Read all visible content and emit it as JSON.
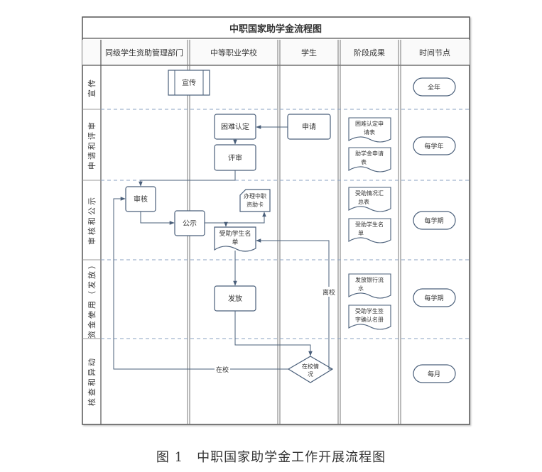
{
  "title": "中职国家助学金流程图",
  "caption": "图 1　中职国家助学金工作开展流程图",
  "columns": [
    "同级学生资助管理部门",
    "中等职业学校",
    "学生",
    "阶段成果",
    "时间节点"
  ],
  "rows": [
    "宣传",
    "申请和评审",
    "审核和公示",
    "资金使用（发放）",
    "核查和异动"
  ],
  "nodes": {
    "publicity": "宣传",
    "difficulty": "困难认定",
    "apply": "申请",
    "review": "评审",
    "audit": "审核",
    "publish": "公示",
    "card": [
      "办理中职",
      "资助卡"
    ],
    "recipients": [
      "受助学生名",
      "单"
    ],
    "distribute": "发放",
    "status": [
      "在校情",
      "况"
    ]
  },
  "results": [
    [
      "困难认定申",
      "请表"
    ],
    [
      "助学金申请",
      "表"
    ],
    [
      "受助情况汇",
      "总表"
    ],
    [
      "受助学生名",
      "单"
    ],
    [
      "发放银行流",
      "水"
    ],
    [
      "受助学生签",
      "字确认名册"
    ]
  ],
  "timing": [
    "全年",
    "每学年",
    "每学期",
    "每学期",
    "每月"
  ],
  "edge_labels": {
    "leave": "离校",
    "atschool": "在校"
  }
}
